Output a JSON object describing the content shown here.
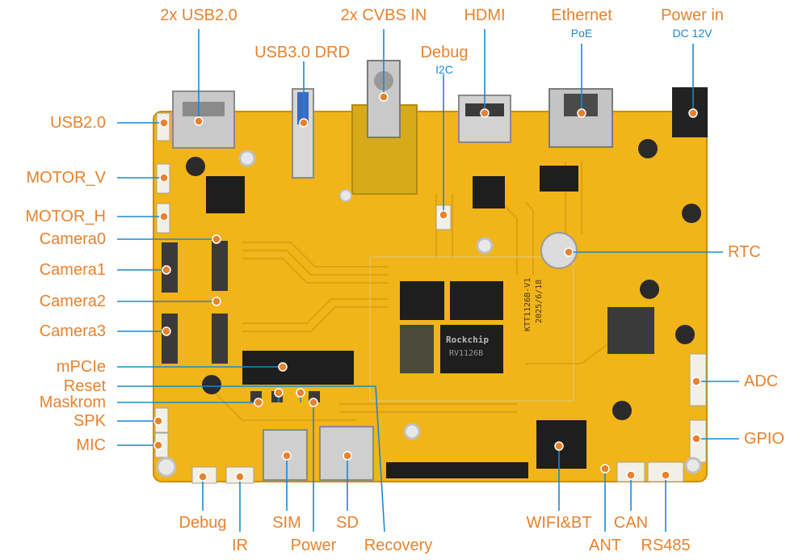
{
  "colors": {
    "label_orange": "#e8822e",
    "label_blue": "#1a88d0",
    "pcb": "#f1b419",
    "pcb_dark": "#d79d0e",
    "trace": "#e3a612",
    "chip": "#1e1e1e",
    "connector_white": "#f2f0e6",
    "metal": "#c9c9c9",
    "leader_line": "#1a88d0",
    "marker": "#e8822e"
  },
  "labels": {
    "usb20_x2": "2x USB2.0",
    "cvbs_in": "2x CVBS IN",
    "hdmi": "HDMI",
    "ethernet": "Ethernet",
    "poe": "PoE",
    "power_in": "Power in",
    "dc12v": "DC 12V",
    "usb30_drd": "USB3.0 DRD",
    "debug_top": "Debug",
    "i2c": "I2C",
    "usb20": "USB2.0",
    "motor_v": "MOTOR_V",
    "motor_h": "MOTOR_H",
    "camera0": "Camera0",
    "camera1": "Camera1",
    "camera2": "Camera2",
    "camera3": "Camera3",
    "mpcie": "mPCIe",
    "reset": "Reset",
    "maskrom": "Maskrom",
    "spk": "SPK",
    "mic": "MIC",
    "rtc": "RTC",
    "adc": "ADC",
    "gpio": "GPIO",
    "debug_bottom": "Debug",
    "ir": "IR",
    "sim": "SIM",
    "power": "Power",
    "sd": "SD",
    "recovery": "Recovery",
    "wifi_bt": "WIFI&BT",
    "ant": "ANT",
    "can": "CAN",
    "rs485": "RS485"
  },
  "board_marks": {
    "version": "KTT1126B-V1",
    "date": "2025/6/18",
    "soc_brand": "Rockchip",
    "soc_model": "RV1126B"
  }
}
